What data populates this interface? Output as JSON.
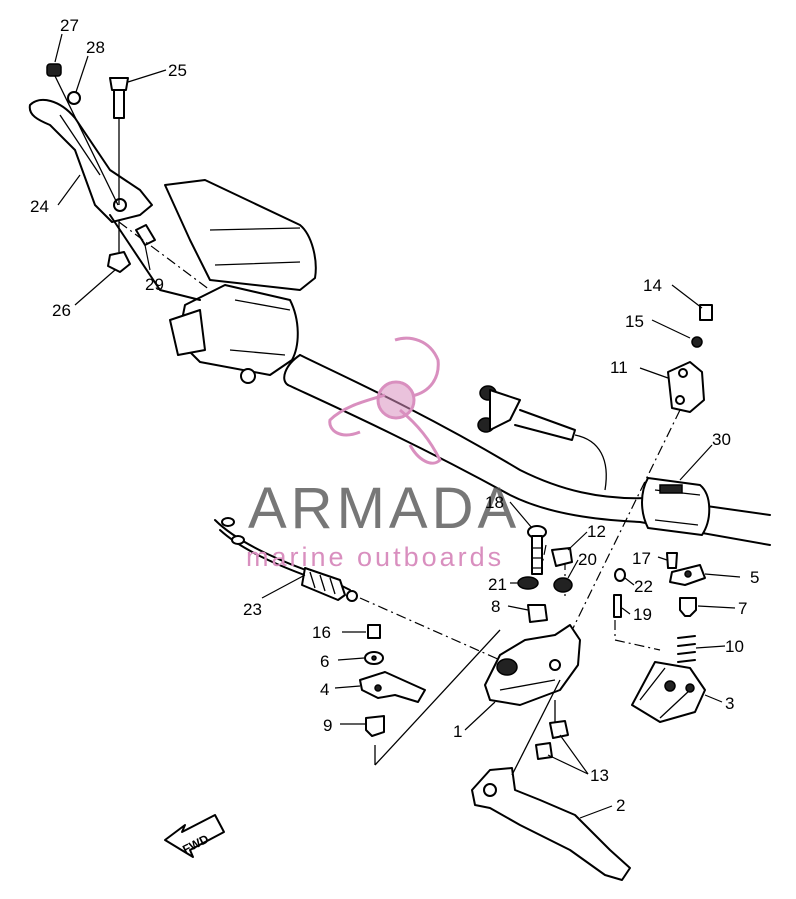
{
  "watermark": {
    "brand": "ARMADA",
    "tagline": "marine outboards",
    "color": "#d98fbf"
  },
  "fwd_label": "FWD",
  "callouts": [
    {
      "id": "27",
      "text": "27"
    },
    {
      "id": "28",
      "text": "28"
    },
    {
      "id": "25",
      "text": "25"
    },
    {
      "id": "24",
      "text": "24"
    },
    {
      "id": "29",
      "text": "29"
    },
    {
      "id": "26",
      "text": "26"
    },
    {
      "id": "14",
      "text": "14"
    },
    {
      "id": "15",
      "text": "15"
    },
    {
      "id": "11",
      "text": "11"
    },
    {
      "id": "30",
      "text": "30"
    },
    {
      "id": "18",
      "text": "18"
    },
    {
      "id": "12",
      "text": "12"
    },
    {
      "id": "20",
      "text": "20"
    },
    {
      "id": "17",
      "text": "17"
    },
    {
      "id": "22",
      "text": "22"
    },
    {
      "id": "5",
      "text": "5"
    },
    {
      "id": "21",
      "text": "21"
    },
    {
      "id": "8",
      "text": "8"
    },
    {
      "id": "19",
      "text": "19"
    },
    {
      "id": "7",
      "text": "7"
    },
    {
      "id": "23",
      "text": "23"
    },
    {
      "id": "16",
      "text": "16"
    },
    {
      "id": "10",
      "text": "10"
    },
    {
      "id": "6",
      "text": "6"
    },
    {
      "id": "4",
      "text": "4"
    },
    {
      "id": "3",
      "text": "3"
    },
    {
      "id": "9",
      "text": "9"
    },
    {
      "id": "1",
      "text": "1"
    },
    {
      "id": "13",
      "text": "13"
    },
    {
      "id": "2",
      "text": "2"
    }
  ]
}
